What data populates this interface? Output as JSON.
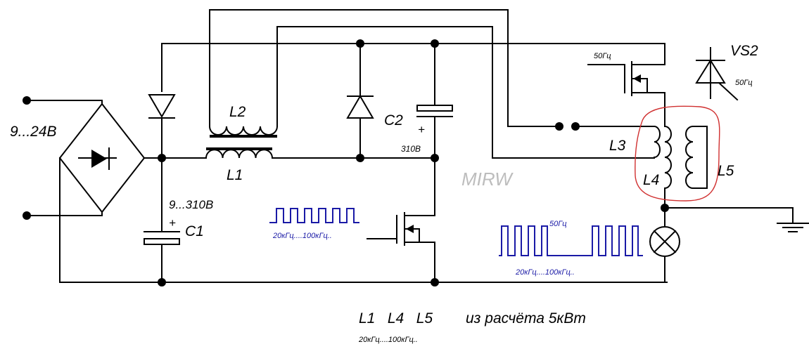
{
  "supply": {
    "label": "9...24В"
  },
  "c1": {
    "label": "C1",
    "voltage": "9...310В",
    "polarity": "+"
  },
  "c2": {
    "label": "C2",
    "voltage": "310В",
    "polarity": "+"
  },
  "l1": {
    "label": "L1"
  },
  "l2": {
    "label": "L2"
  },
  "l3": {
    "label": "L3"
  },
  "l4": {
    "label": "L4"
  },
  "l5": {
    "label": "L5"
  },
  "vs2": {
    "label": "VS2",
    "freq": "50Гц"
  },
  "gate_top": {
    "freq": "50Гц"
  },
  "pwm_left": {
    "freq": "20кГц....100кГц.."
  },
  "pwm_right": {
    "freq_top": "50Гц",
    "freq_bottom": "20кГц....100кГц.."
  },
  "watermark": "MIRW",
  "footer": {
    "parts": "L1   L4   L5",
    "note": "из расчёта 5кВт",
    "freq": "20кГц....100кГц.."
  },
  "colors": {
    "wire": "#000000",
    "pulse": "#1a1aa6",
    "highlight": "#d03030",
    "watermark": "#bdbdbd"
  }
}
